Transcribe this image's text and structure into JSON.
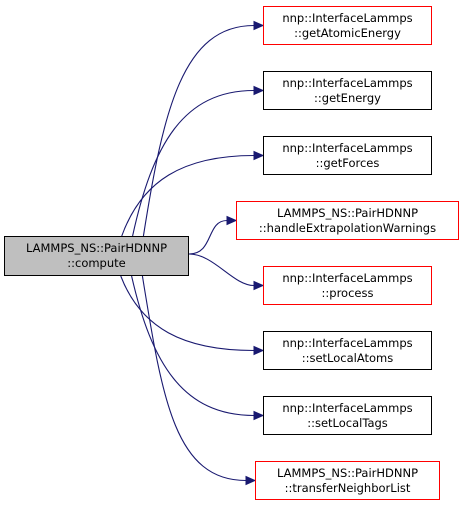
{
  "source": {
    "line1": "LAMMPS_NS::PairHDNNP",
    "line2": "::compute",
    "fill": "#bfbfbf",
    "border": "#000000"
  },
  "targets": [
    {
      "id": "getAtomicEnergy",
      "line1": "nnp::InterfaceLammps",
      "line2": "::getAtomicEnergy",
      "border": "#ff0000"
    },
    {
      "id": "getEnergy",
      "line1": "nnp::InterfaceLammps",
      "line2": "::getEnergy",
      "border": "#000000"
    },
    {
      "id": "getForces",
      "line1": "nnp::InterfaceLammps",
      "line2": "::getForces",
      "border": "#000000"
    },
    {
      "id": "handleExtrapolationWarnings",
      "line1": "LAMMPS_NS::PairHDNNP",
      "line2": "::handleExtrapolationWarnings",
      "border": "#ff0000"
    },
    {
      "id": "process",
      "line1": "nnp::InterfaceLammps",
      "line2": "::process",
      "border": "#ff0000"
    },
    {
      "id": "setLocalAtoms",
      "line1": "nnp::InterfaceLammps",
      "line2": "::setLocalAtoms",
      "border": "#000000"
    },
    {
      "id": "setLocalTags",
      "line1": "nnp::InterfaceLammps",
      "line2": "::setLocalTags",
      "border": "#000000"
    },
    {
      "id": "transferNeighborList",
      "line1": "LAMMPS_NS::PairHDNNP",
      "line2": "::transferNeighborList",
      "border": "#ff0000"
    }
  ],
  "edge_color": "#191970"
}
